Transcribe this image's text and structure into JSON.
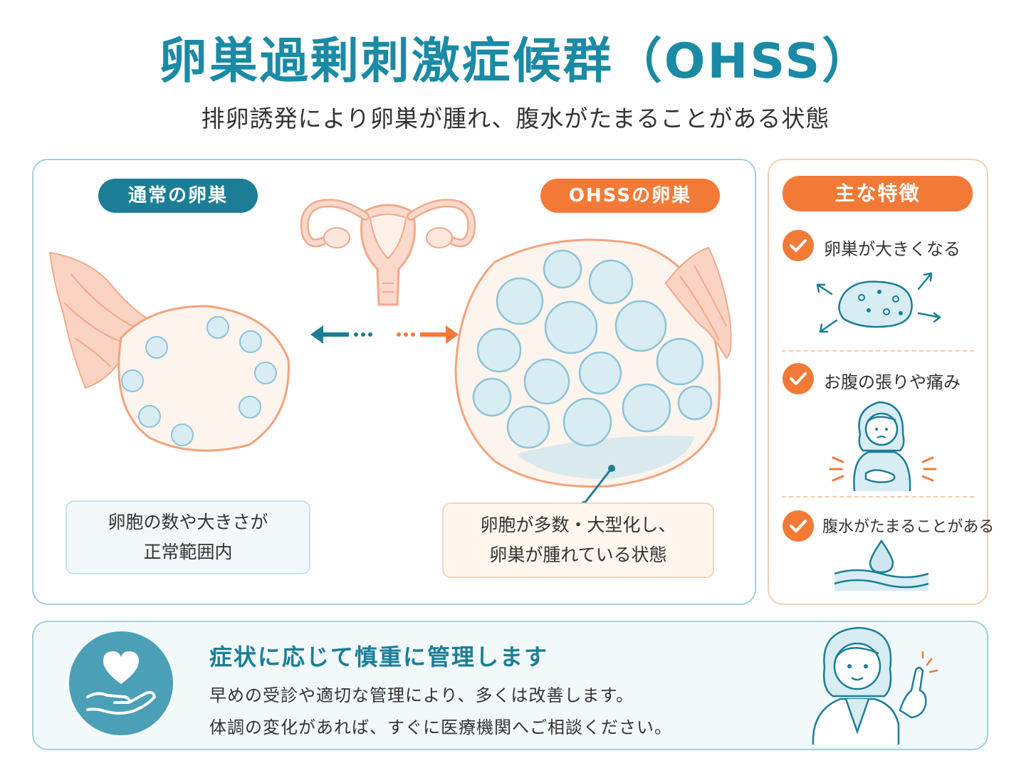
{
  "header": {
    "title": "卵巣過剰刺激症候群（OHSS）",
    "subtitle": "排卵誘発により卵巣が腫れ、腹水がたまることがある状態"
  },
  "comparison": {
    "normal": {
      "label": "通常の卵巣",
      "description_lines": [
        "卵胞の数や大きさが",
        "正常範囲内"
      ]
    },
    "ohss": {
      "label": "OHSSの卵巣",
      "description_lines": [
        "卵胞が多数・大型化し、",
        "卵巣が腫れている状態"
      ]
    }
  },
  "features": {
    "title": "主な特徴",
    "items": [
      {
        "label": "卵巣が大きくなる",
        "icon": "enlarged-ovary-icon"
      },
      {
        "label": "お腹の張りや痛み",
        "icon": "abdominal-pain-woman-icon"
      },
      {
        "label": "腹水がたまることがある",
        "icon": "fluid-drop-icon"
      }
    ]
  },
  "footer": {
    "title": "症状に応じて慎重に管理します",
    "lines": [
      "早めの受診や適切な管理により、多くは改善します。",
      "体調の変化があれば、すぐに医療機関へご相談ください。"
    ],
    "icons": [
      "heart-hand-icon",
      "doctor-icon"
    ]
  },
  "colors": {
    "teal": "#1b7e96",
    "orange": "#f37a36",
    "title_teal": "#1a8aa5"
  }
}
